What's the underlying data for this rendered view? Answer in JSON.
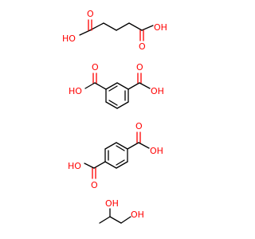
{
  "colors": {
    "background": "#ffffff",
    "bond": "#000000",
    "heteroatom": "#ff0000"
  },
  "molecules": [
    {
      "labels": {
        "left_hydroxyl": "HO",
        "top_carbonyl": "O",
        "right_carbonyl": "O",
        "right_hydroxyl": "OH"
      }
    },
    {
      "labels": {
        "left_carbonyl": "O",
        "left_hydroxyl": "HO",
        "right_carbonyl": "O",
        "right_hydroxyl": "OH"
      }
    },
    {
      "labels": {
        "top_carbonyl": "O",
        "top_hydroxyl": "OH",
        "bottom_hydroxyl": "HO",
        "bottom_carbonyl": "O"
      }
    },
    {
      "labels": {
        "hydroxyl_1": "OH",
        "hydroxyl_2": "OH"
      }
    }
  ]
}
